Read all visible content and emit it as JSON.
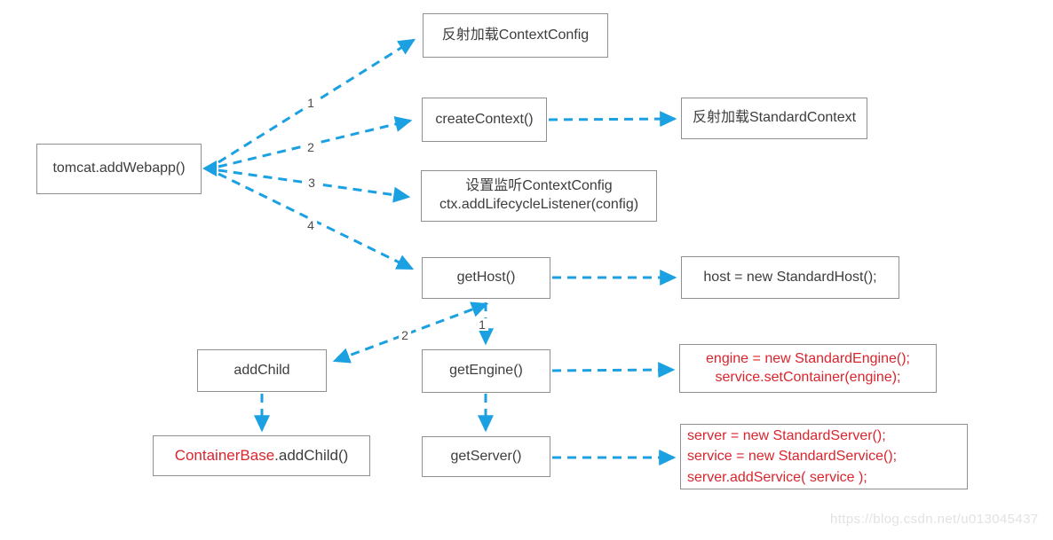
{
  "diagram": {
    "nodes": {
      "tomcat": {
        "label": "tomcat.addWebapp()"
      },
      "reflect_context_config": {
        "label": "反射加载ContextConfig"
      },
      "create_context": {
        "label": "createContext()"
      },
      "reflect_standard_context": {
        "label": "反射加载StandardContext"
      },
      "listen_config": {
        "line1": "设置监听ContextConfig",
        "line2": "ctx.addLifecycleListener(config)"
      },
      "get_host": {
        "label": "getHost()"
      },
      "host_new": {
        "label": "host = new StandardHost();"
      },
      "add_child": {
        "label": "addChild"
      },
      "get_engine": {
        "label": "getEngine()"
      },
      "engine_new": {
        "line1": "engine = new StandardEngine();",
        "line2": "service.setContainer(engine);"
      },
      "container_base": {
        "red_part": "ContainerBase",
        "dark_part": ".addChild()"
      },
      "get_server": {
        "label": "getServer()"
      },
      "server_new": {
        "line1": "server = new StandardServer();",
        "line2": "service = new StandardService();",
        "line3": "server.addService( service );"
      }
    },
    "edge_labels": {
      "fan_1": "1",
      "fan_2": "2",
      "fan_3": "3",
      "fan_4": "4",
      "host_to_engine": "1",
      "host_to_addchild": "2"
    },
    "colors": {
      "arrow_blue": "#1ba0e2",
      "code_red": "#d9252d",
      "box_border": "#8f8f8f",
      "text_dark": "#3d3d3d",
      "watermark_gray": "#e2e2e2"
    },
    "watermark": {
      "text": "https://blog.csdn.net/u013045437"
    }
  }
}
